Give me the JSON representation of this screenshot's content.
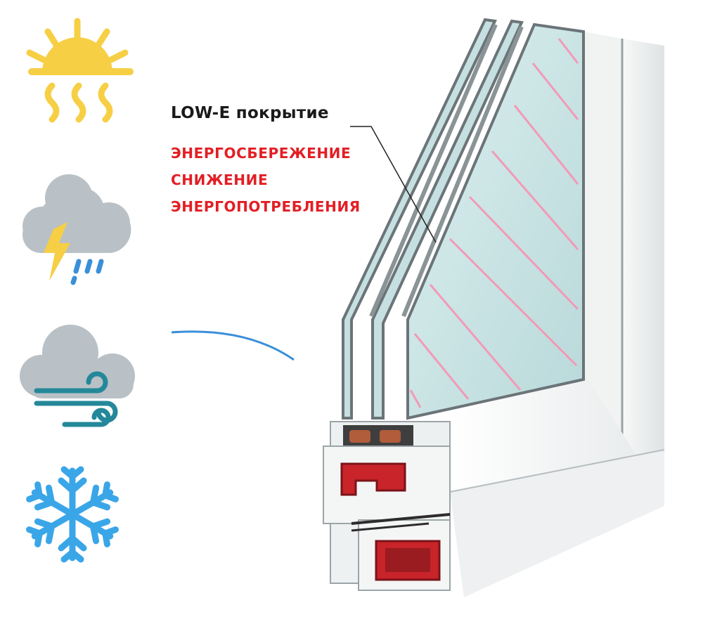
{
  "coating_label": "LOW-E покрытие",
  "benefit_lines": [
    "ЭНЕРГОСБЕРЕЖЕНИЕ",
    "СНИЖЕНИЕ",
    "ЭНЕРГОПОТРЕБЛЕНИЯ"
  ],
  "weather_icons": [
    "sun-heat-icon",
    "thunderstorm-icon",
    "wind-cloud-icon",
    "snowflake-icon"
  ],
  "colors": {
    "sun": "#f6cf45",
    "cloud": "#b9c1c6",
    "lightning": "#f6cf45",
    "rain": "#3a8fd8",
    "wind": "#24889a",
    "snow": "#3aa6e8",
    "accent_red": "#e31e24",
    "glass": "#cfe6e6",
    "frame": "#f2f4f4",
    "reinforcement": "#c8242a"
  }
}
